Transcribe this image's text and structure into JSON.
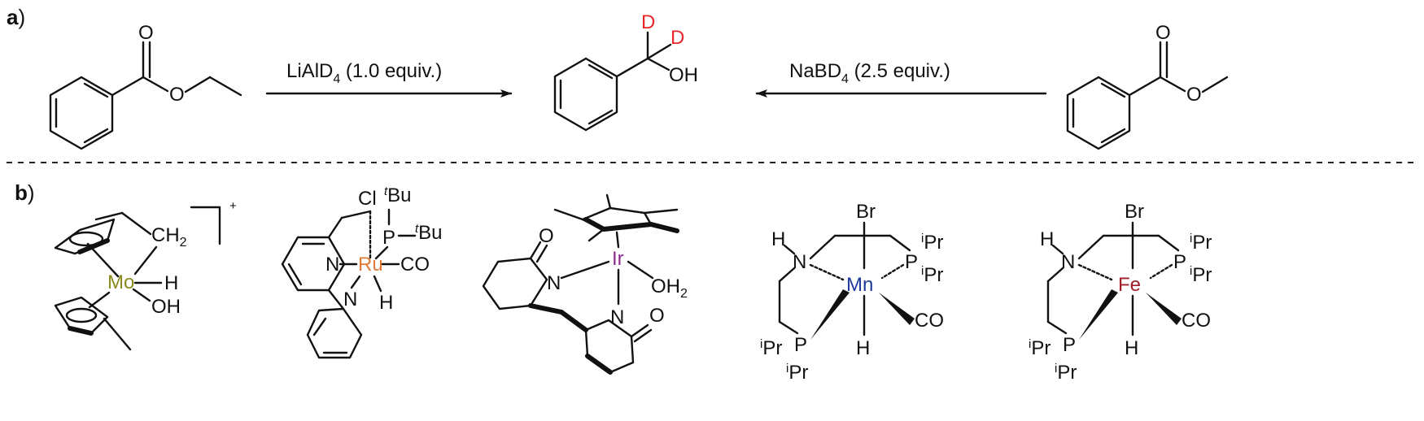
{
  "panel_a": {
    "label": "a",
    "reagent_left": {
      "name": "LiAlD",
      "sub": "4",
      "rest": " (1.0 equiv.)"
    },
    "reagent_right": {
      "name": "NaBD",
      "sub": "4",
      "rest": " (2.5 equiv.)"
    },
    "product_atoms": {
      "d1": "D",
      "d2": "D",
      "oh": "OH"
    },
    "left_ester_atoms": {
      "carbonyl_o": "O",
      "ether_o": "O"
    },
    "right_ester_atoms": {
      "carbonyl_o": "O",
      "ether_o": "O"
    },
    "colors": {
      "deuterium": "#e8262b",
      "ink": "#111111"
    }
  },
  "panel_b": {
    "label": "b",
    "mo_complex": {
      "metal": "Mo",
      "metal_color": "#8a8a1e",
      "ch2": "CH",
      "ch2_sub": "2",
      "h": "H",
      "oh": "OH",
      "charge": "+"
    },
    "ru_complex": {
      "metal": "Ru",
      "metal_color": "#e07b39",
      "cl": "Cl",
      "tbu1_sup": "t",
      "tbu1": "Bu",
      "p": "P",
      "tbu2_sup": "t",
      "tbu2": "Bu",
      "n1": "N",
      "n2": "N",
      "co": "CO",
      "h": "H"
    },
    "ir_complex": {
      "metal": "Ir",
      "metal_color": "#8e2a8e",
      "o1": "O",
      "n1": "N",
      "n2": "N",
      "o2": "O",
      "oh2": "OH",
      "oh2_sub": "2"
    },
    "mn_complex": {
      "metal": "Mn",
      "metal_color": "#1f3a9c",
      "br": "Br",
      "h_top": "H",
      "n": "N",
      "p1": "P",
      "ipr_sup": "i",
      "ipr": "Pr",
      "p2": "P",
      "co": "CO",
      "h_bottom": "H"
    },
    "fe_complex": {
      "metal": "Fe",
      "metal_color": "#a01e28",
      "br": "Br",
      "h_top": "H",
      "n": "N",
      "p1": "P",
      "ipr_sup": "i",
      "ipr": "Pr",
      "p2": "P",
      "co": "CO",
      "h_bottom": "H"
    }
  }
}
